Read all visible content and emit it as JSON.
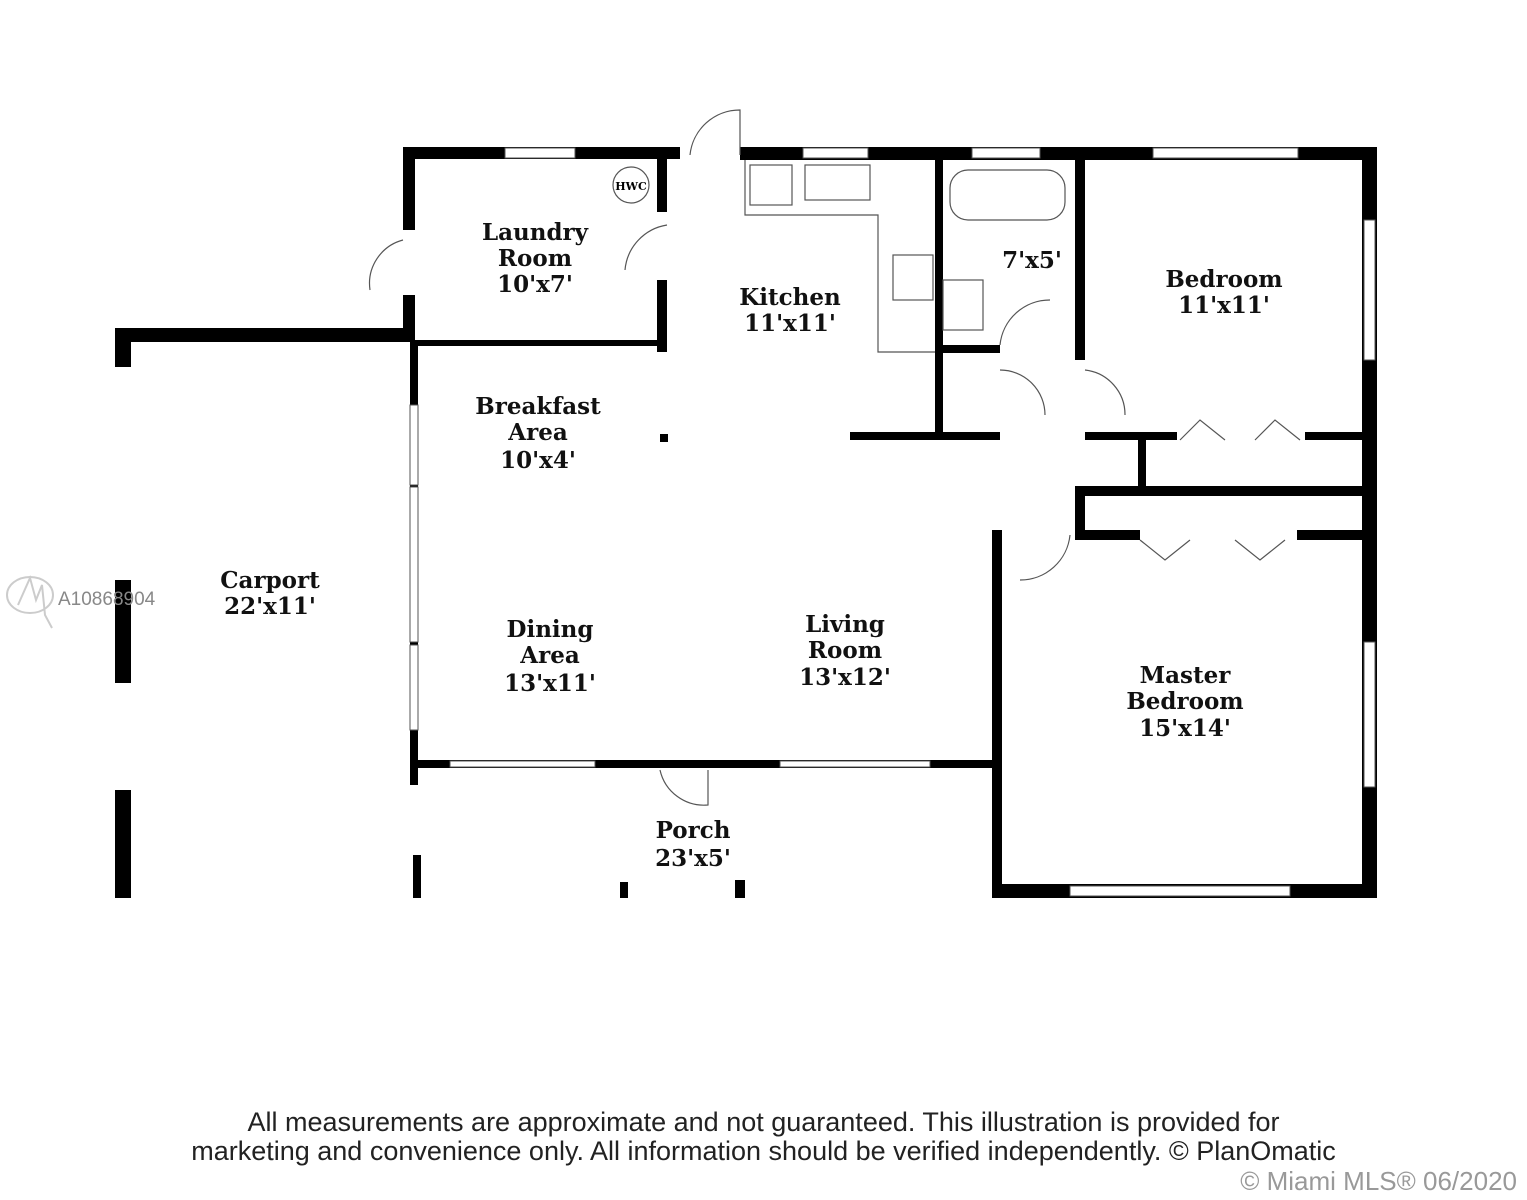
{
  "rooms": {
    "laundry": {
      "name1": "Laundry",
      "name2": "Room",
      "size": "10'x7'"
    },
    "hwc": "HWC",
    "kitchen": {
      "name": "Kitchen",
      "size": "11'x11'"
    },
    "bath": {
      "size": "7'x5'"
    },
    "bedroom": {
      "name": "Bedroom",
      "size": "11'x11'"
    },
    "breakfast": {
      "name1": "Breakfast",
      "name2": "Area",
      "size": "10'x4'"
    },
    "carport": {
      "name": "Carport",
      "size": "22'x11'"
    },
    "dining": {
      "name1": "Dining",
      "name2": "Area",
      "size": "13'x11'"
    },
    "living": {
      "name1": "Living",
      "name2": "Room",
      "size": "13'x12'"
    },
    "master": {
      "name1": "Master",
      "name2": "Bedroom",
      "size": "15'x14'"
    },
    "porch": {
      "name": "Porch",
      "size": "23'x5'"
    }
  },
  "disclaimer": {
    "line1": "All measurements are approximate and not guaranteed. This illustration is provided for",
    "line2": "marketing and convenience only. All information should be verified independently. © PlanOmatic"
  },
  "watermark": {
    "listing_id": "A10868904",
    "copyright": "© Miami MLS® 06/2020"
  }
}
